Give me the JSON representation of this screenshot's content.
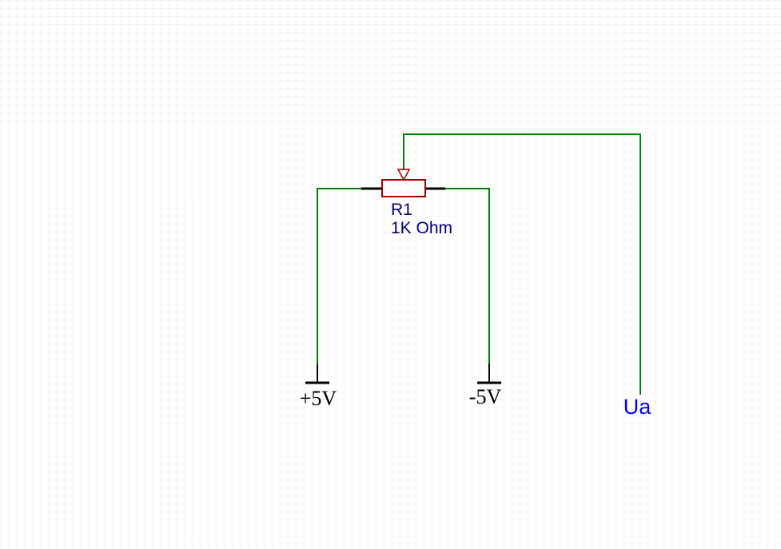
{
  "schematic": {
    "component": {
      "designator": "R1",
      "value": "1K Ohm",
      "type": "potentiometer"
    },
    "power_ports": [
      {
        "label": "+5V"
      },
      {
        "label": "-5V"
      }
    ],
    "net_label": "Ua",
    "colors": {
      "wire": "#008000",
      "component_body": "#a00000",
      "component_text": "#000080",
      "net_label": "#0000ff",
      "pin": "#000000",
      "power_text": "#000000",
      "grid": "#ececec"
    }
  }
}
